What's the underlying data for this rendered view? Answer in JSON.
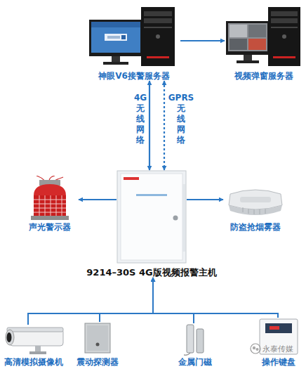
{
  "diagram": {
    "nodes": [
      {
        "text": [
          "神眼V6接警服务器"
        ]
      },
      {
        "text": [
          "视频弹窗服务器"
        ]
      },
      {
        "text": [
          "9214–30S 4G版视频报警主机"
        ]
      },
      {
        "text": [
          "声光警示器"
        ]
      },
      {
        "text": [
          "防盗抢烟雾器"
        ]
      },
      {
        "text": [
          "高清模拟摄像机"
        ]
      },
      {
        "text": [
          "震动探测器"
        ]
      },
      {
        "text": [
          "金属门磁"
        ]
      },
      {
        "text": [
          "操作键盘"
        ]
      }
    ],
    "edges": [
      {
        "from": 0,
        "to": 1,
        "arrow": "to"
      },
      {
        "from": 0,
        "to": 2,
        "label": "4G 无 线 网 络",
        "arrow": "both"
      },
      {
        "from": 0,
        "to": 2,
        "label": "GPRS 无 线 网 络",
        "arrow": "both"
      },
      {
        "from": 2,
        "to": 3,
        "arrow": "to"
      },
      {
        "from": 2,
        "to": 4,
        "arrow": "to"
      },
      {
        "from": 5,
        "to": 2,
        "arrow": "to"
      },
      {
        "from": 6,
        "to": 2,
        "arrow": "to"
      },
      {
        "from": 7,
        "to": 2,
        "arrow": "to"
      },
      {
        "from": 8,
        "to": 2,
        "arrow": "to"
      }
    ],
    "labels": [
      "永泰传媒"
    ]
  }
}
